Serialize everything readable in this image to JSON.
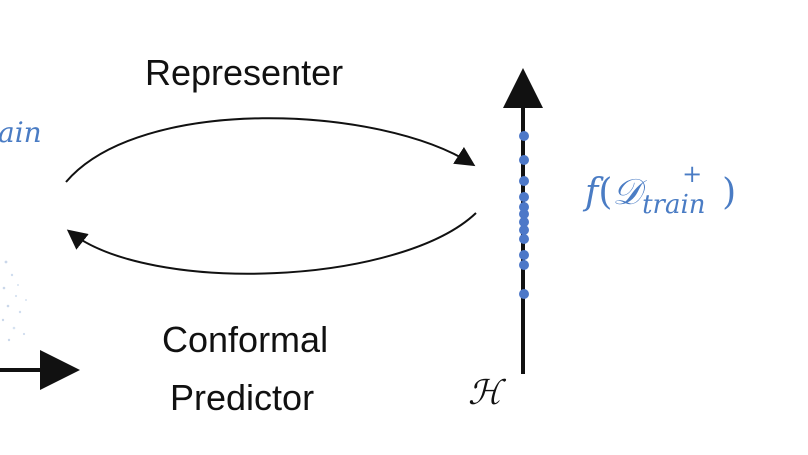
{
  "labels": {
    "representer": "Representer",
    "conformal": "Conformal",
    "predictor": "Predictor",
    "left_subscript": "ain",
    "embedding_f": "f",
    "embedding_open": "(",
    "embedding_D": "𝒟",
    "embedding_sup": "+",
    "embedding_sub": "train",
    "embedding_close": ")",
    "hilbert_space": "ℋ"
  },
  "colors": {
    "text": "#111111",
    "accent": "#4a7cc4",
    "points": "#4d78c8",
    "arrows": "#111111"
  },
  "embedding_points_count": 12
}
